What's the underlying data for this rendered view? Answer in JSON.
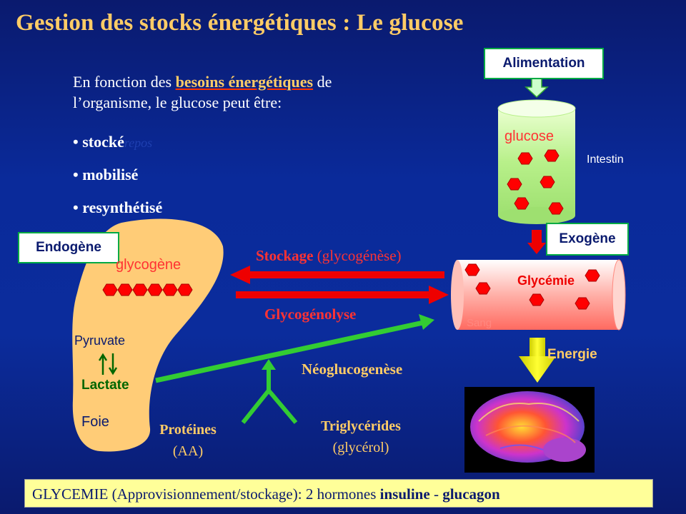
{
  "title": {
    "main": "Gestion des stocks énergétiques :",
    "sub": "Le glucose"
  },
  "intro": {
    "before": "En fonction des ",
    "highlight": "besoins énergétiques",
    "after": " de l’organisme, le glucose peut être:"
  },
  "bullets": [
    {
      "label": "• stocké",
      "ghost": "repos"
    },
    {
      "label": "• mobilisé",
      "ghost": ""
    },
    {
      "label": "• resynthétisé",
      "ghost": ""
    }
  ],
  "boxes": {
    "alimentation": "Alimentation",
    "exogene": "Exogène",
    "endogene": "Endogène"
  },
  "intestin": {
    "glucose_label": "glucose",
    "side_label": "Intestin"
  },
  "liver": {
    "glycogene": "glycogène",
    "pyruvate": "Pyruvate",
    "lactate": "Lactate",
    "foie": "Foie"
  },
  "arrows": {
    "stockage_bold": "Stockage",
    "stockage_rest": " (glycogénèse)",
    "glycogenolyse": "Glycogénolyse",
    "neoglucogenese": "Néoglucogenèse"
  },
  "blood": {
    "glycemie": "Glycémie",
    "sang": "Sang"
  },
  "energie": "Energie",
  "sources": {
    "proteines": "Protéines",
    "aa": "(AA)",
    "triglycerides": "Triglycérides",
    "glycerol": "(glycérol)"
  },
  "footer": {
    "text": "GLYCEMIE (Approvisionnement/stockage): 2 hormones ",
    "insuline": "insuline",
    "sep": " - ",
    "glucagon": "glucagon"
  },
  "colors": {
    "title": "#ffcc66",
    "hexagon": "#ff0000",
    "arrow_red": "#ff0000",
    "arrow_green": "#33cc33",
    "box_border": "#00aa44",
    "liver": "#ffcc77"
  }
}
